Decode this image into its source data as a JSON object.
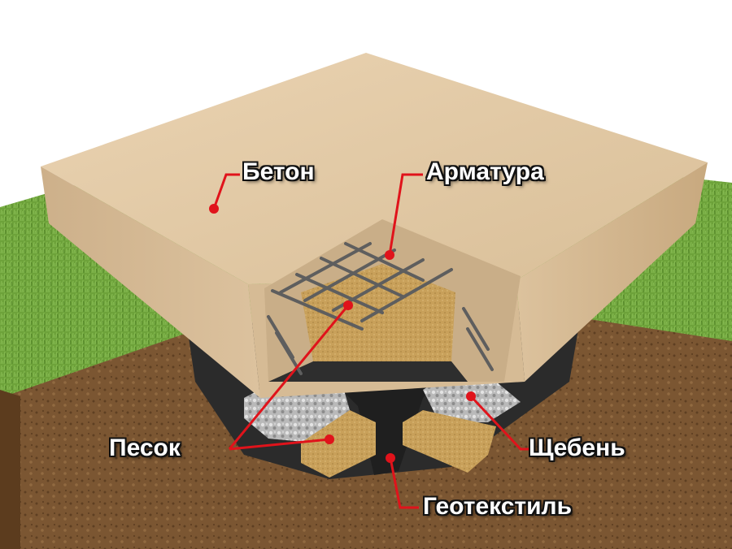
{
  "labels": {
    "concrete": "Бетон",
    "rebar": "Арматура",
    "sand": "Песок",
    "gravel": "Щебень",
    "geotextile": "Геотекстиль"
  },
  "colors": {
    "callout_line": "#e0131b",
    "callout_dot": "#e0131b",
    "concrete": "#e2c9a6",
    "grass": "#6fa33a",
    "soil": "#7a5630",
    "sand": "#c9a25a",
    "geotextile": "#2c2c2c",
    "gravel": "#bdbdbd"
  }
}
